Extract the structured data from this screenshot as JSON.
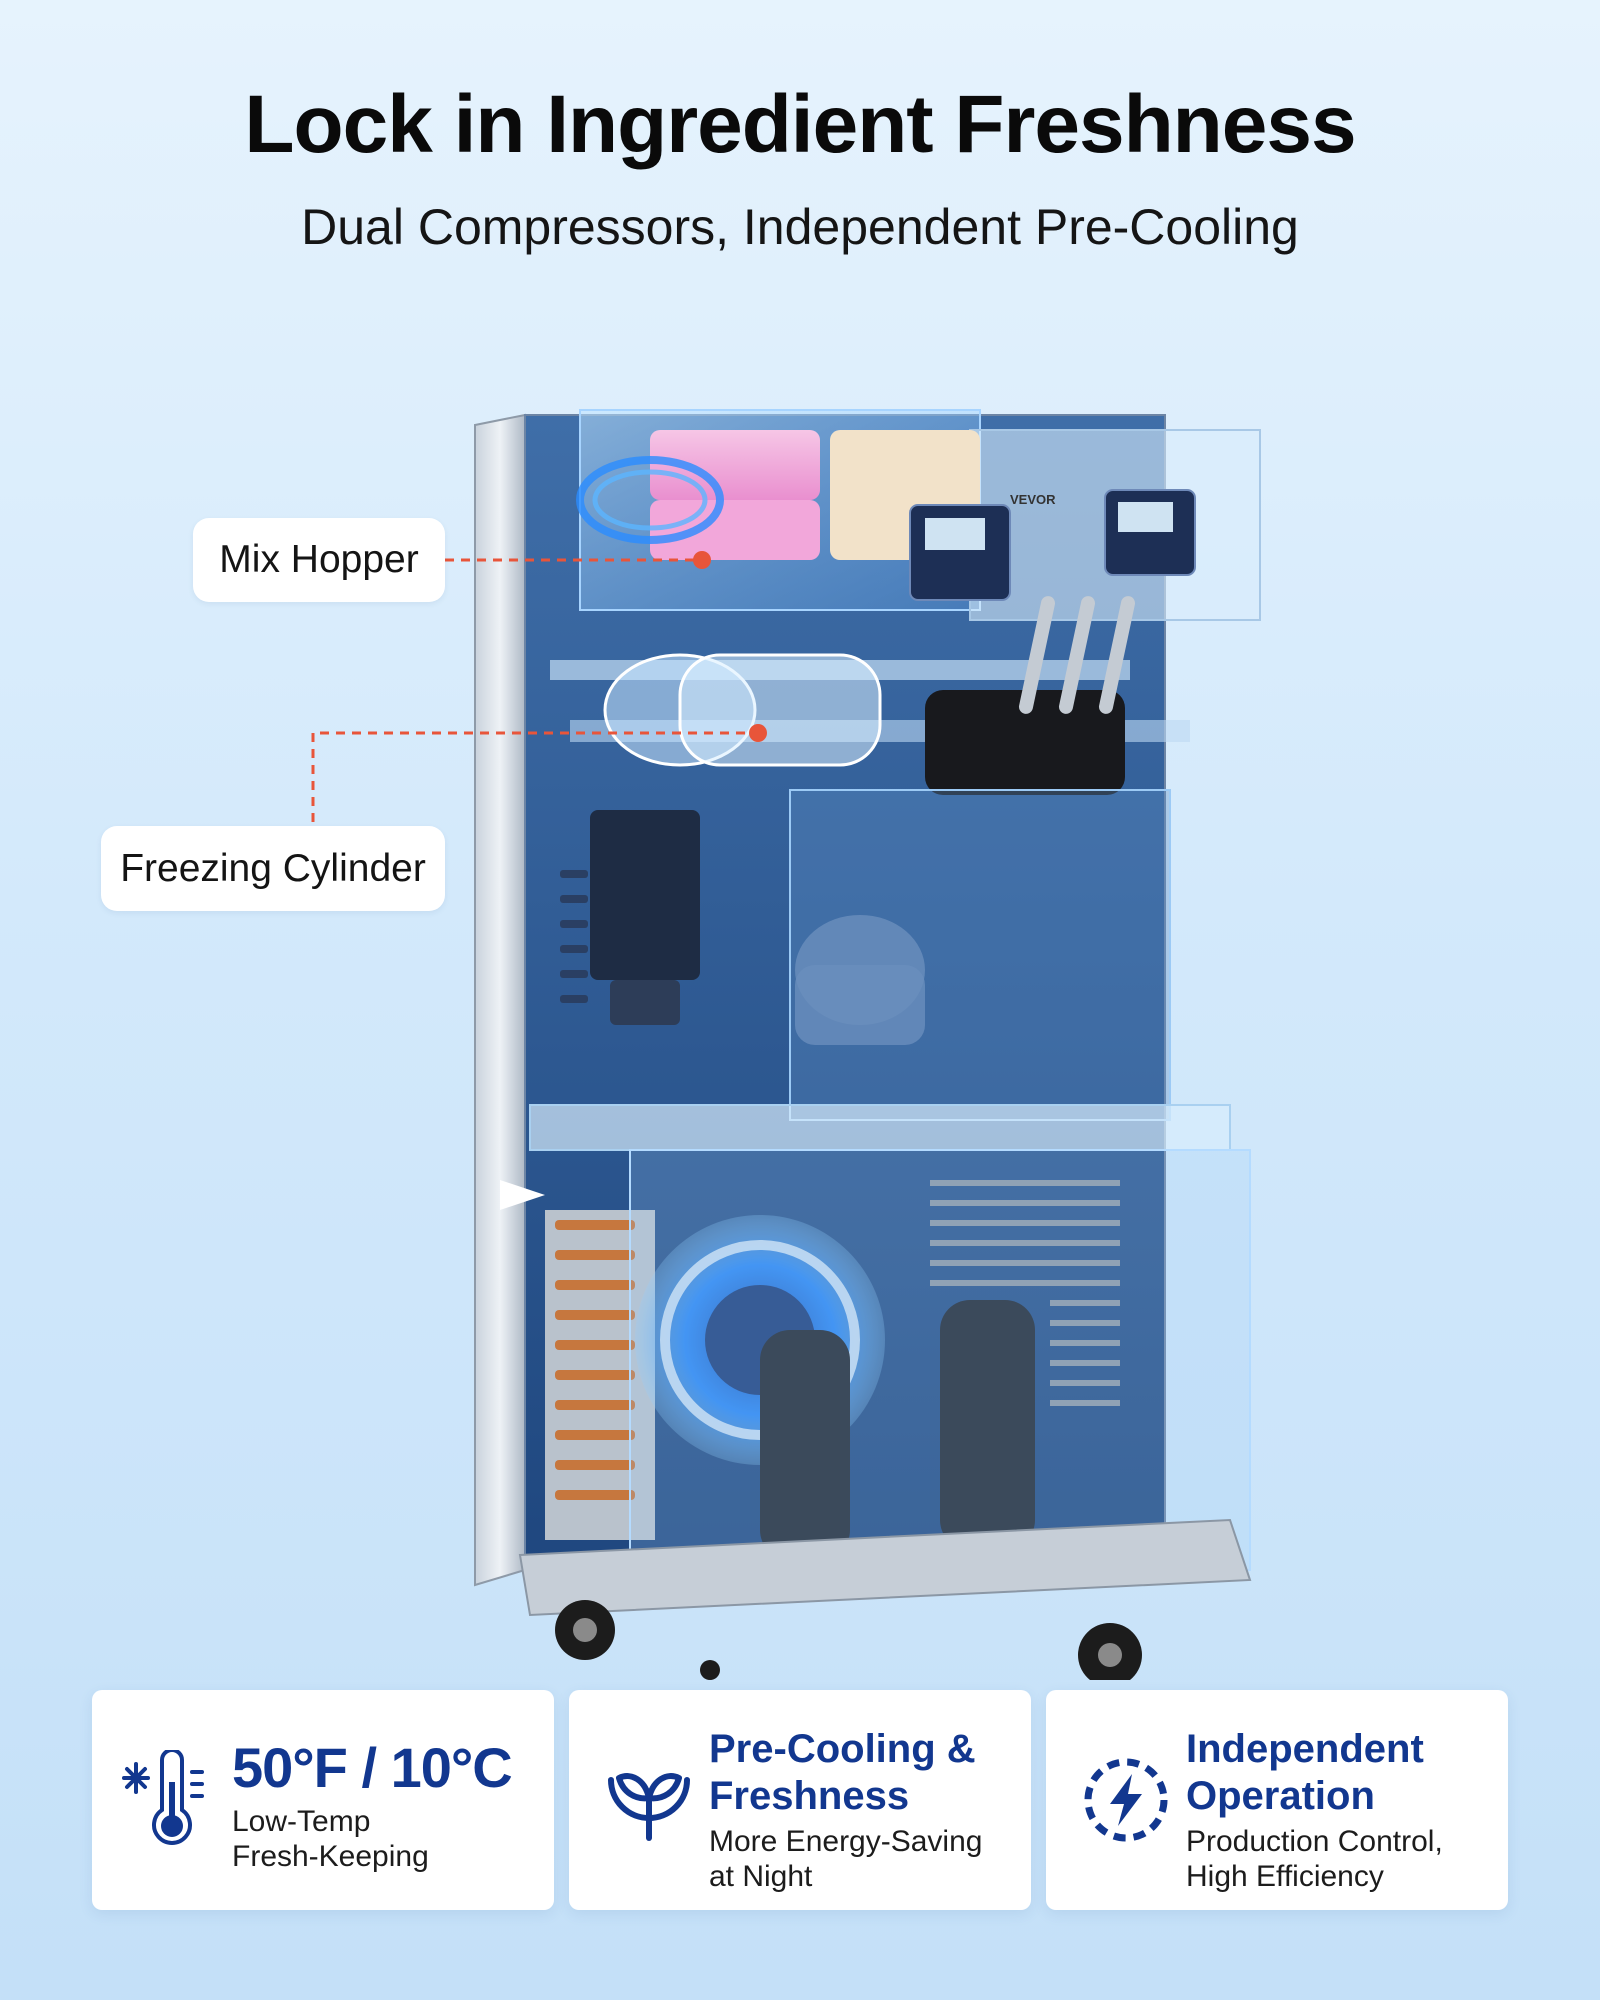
{
  "header": {
    "title": "Lock in Ingredient Freshness",
    "subtitle": "Dual Compressors, Independent Pre-Cooling"
  },
  "machine": {
    "brand": "VEVOR"
  },
  "callouts": {
    "mix_hopper": "Mix Hopper",
    "freezing_cylinder": "Freezing Cylinder"
  },
  "features": [
    {
      "icon": "thermometer-snowflake-icon",
      "heading": "50°F / 10°C",
      "subtext": "Low-Temp\nFresh-Keeping"
    },
    {
      "icon": "leaf-sprout-icon",
      "heading": "Pre-Cooling &\nFreshness",
      "subtext": "More Energy-Saving\nat Night"
    },
    {
      "icon": "lightning-cycle-icon",
      "heading": "Independent\nOperation",
      "subtext": "Production Control,\nHigh Efficiency"
    }
  ],
  "colors": {
    "heading_blue": "#12378f",
    "accent_glow": "#2a8cff",
    "callout_line": "#e8553a",
    "background_top": "#e6f3fd",
    "background_bottom": "#c4e0f8"
  }
}
